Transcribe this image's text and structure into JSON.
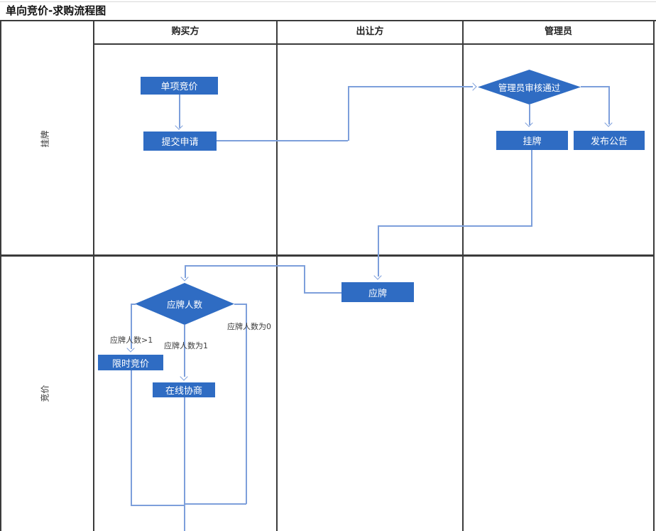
{
  "title": "单向竞价-求购流程图",
  "columns": [
    "购买方",
    "出让方",
    "管理员"
  ],
  "row_labels": [
    "挂牌",
    "竞价"
  ],
  "nodes": {
    "single_bid": "单项竞价",
    "submit": "提交申请",
    "admin_review": "管理员审核通过",
    "listing": "挂牌",
    "announce": "发布公告",
    "respond": "应牌",
    "responder_count": "应牌人数",
    "timed_bid": "限时竞价",
    "negotiate": "在线协商"
  },
  "edge_labels": {
    "gt1": "应牌人数>1",
    "eq1": "应牌人数为1",
    "eq0": "应牌人数为0"
  },
  "colors": {
    "shape_fill": "#2f6cc3",
    "shape_text": "#ffffff",
    "connector": "#7d9fdb",
    "grid_border": "#3b3b3b"
  }
}
